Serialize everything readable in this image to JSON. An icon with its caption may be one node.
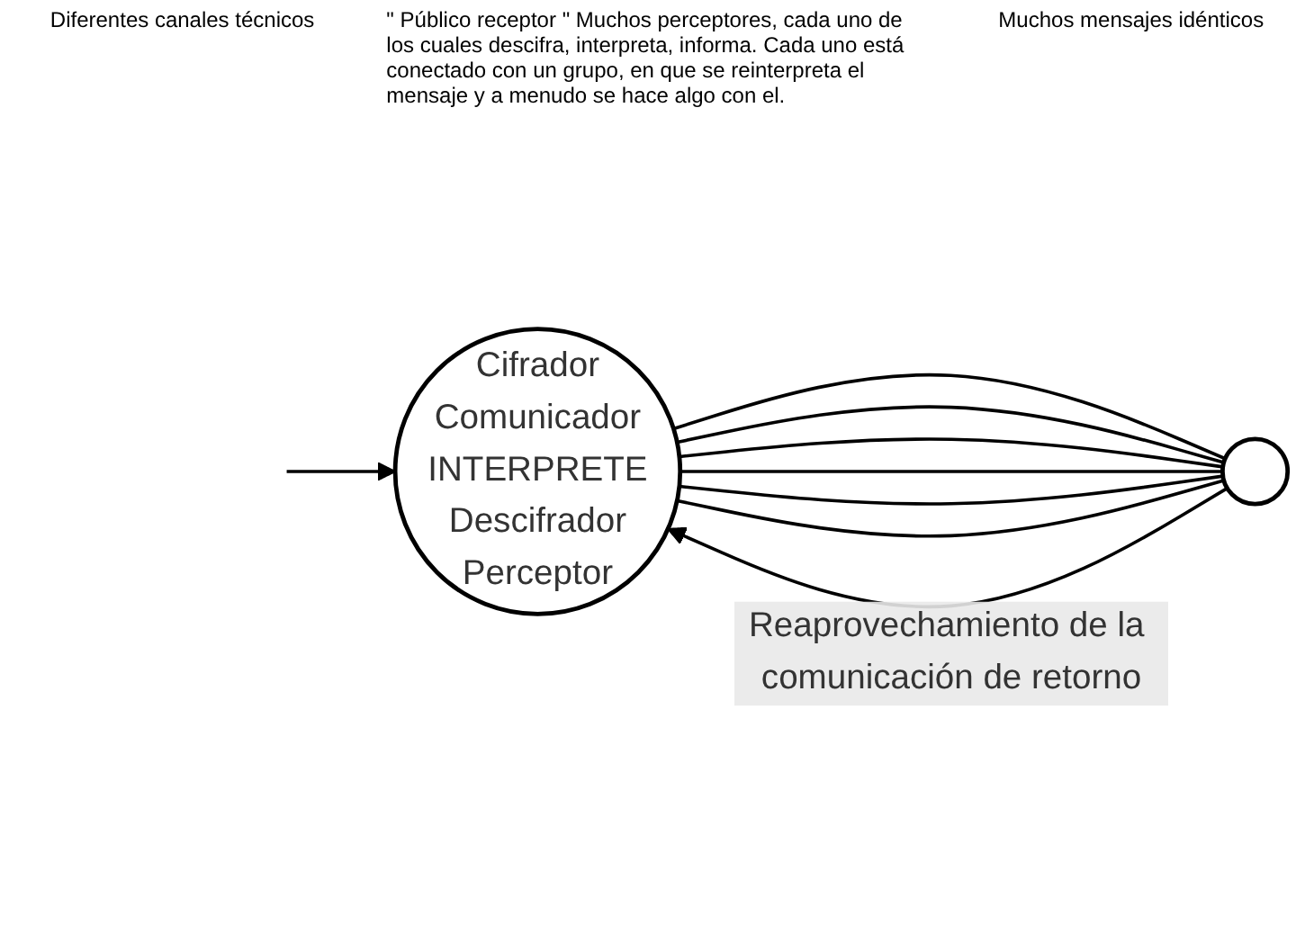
{
  "diagram": {
    "nodes": [
      {
        "text": [
          "Cifrador",
          "Comunicador",
          "INTERPRETE",
          "Descifrador",
          "Perceptor"
        ]
      },
      {
        "text": [],
        "shape": "ellipse"
      }
    ],
    "edges": [
      {
        "from": 0,
        "to": 1,
        "arrow": "none"
      },
      {
        "from": 0,
        "to": 1,
        "arrow": "none"
      },
      {
        "from": 0,
        "to": 1,
        "arrow": "none"
      },
      {
        "from": 0,
        "to": 1,
        "arrow": "none"
      },
      {
        "from": 0,
        "to": 1,
        "arrow": "none"
      },
      {
        "from": 0,
        "to": 1,
        "arrow": "none"
      },
      {
        "from": 1,
        "to": 0,
        "arrow": "to",
        "label": "Reaprovechamiento de la comunicación de retorno"
      },
      {
        "from": null,
        "to": 0,
        "arrow": "to"
      }
    ],
    "labels": [
      "Diferentes canales técnicos",
      "\" Público receptor \" Muchos perceptores, cada uno de los cuales descifra, interpreta, informa. Cada uno está conectado con un grupo, en que se reinterpreta el mensaje y a menudo se hace algo con el.",
      "Muchos mensajes idénticos"
    ]
  }
}
